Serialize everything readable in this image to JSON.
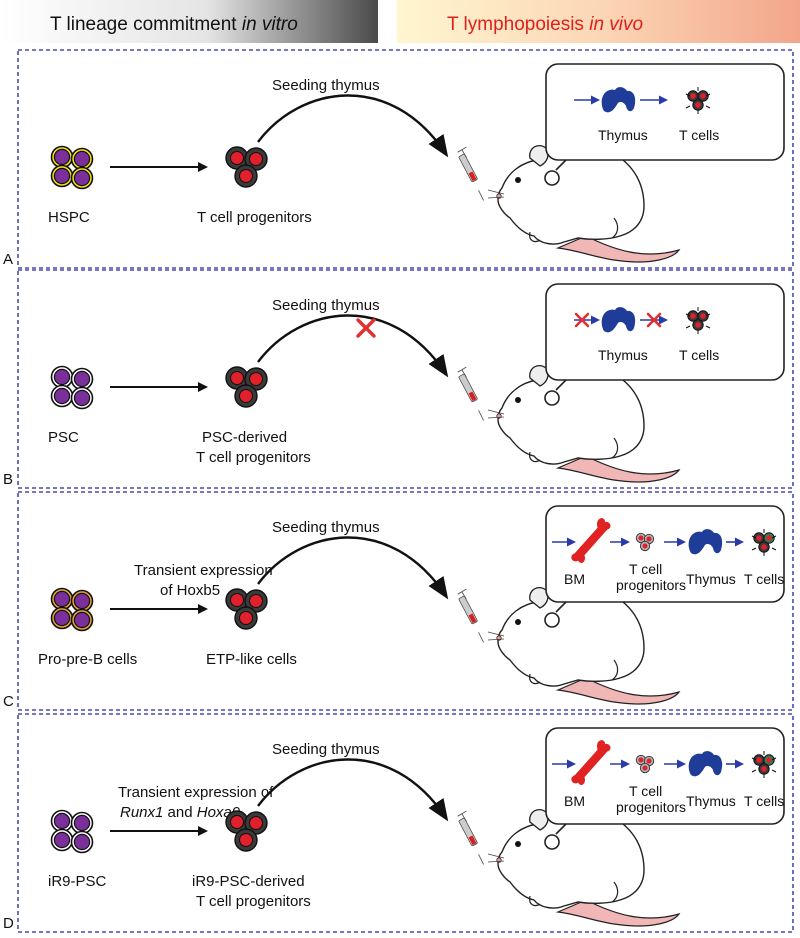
{
  "header": {
    "left_title_main": "T lineage commitment ",
    "left_title_em": "in vitro",
    "right_title_main": "T lymphopoiesis ",
    "right_title_em": "in vivo"
  },
  "panels": [
    {
      "letter": "A",
      "seeding_label": "Seeding thymus",
      "source_label": "HSPC",
      "arrow_label_line1": "",
      "arrow_label_line2": "",
      "target_label_line1": "T  cell progenitors",
      "target_label_line2": "",
      "inset": {
        "thymus": "Thymus",
        "tcells": "T cells"
      },
      "blocked": false
    },
    {
      "letter": "B",
      "seeding_label": "Seeding thymus",
      "source_label": "PSC",
      "arrow_label_line1": "",
      "arrow_label_line2": "",
      "target_label_line1": "PSC-derived",
      "target_label_line2": "T  cell progenitors",
      "inset": {
        "thymus": "Thymus",
        "tcells": "T cells"
      },
      "blocked": true
    },
    {
      "letter": "C",
      "seeding_label": "Seeding thymus",
      "source_label": "Pro-pre-B cells",
      "arrow_label_line1": "Transient expression",
      "arrow_label_line2": "of Hoxb5",
      "target_label_line1": "ETP-like cells",
      "target_label_line2": "",
      "inset": {
        "bm": "BM",
        "progenitors_line1": "T cell",
        "progenitors_line2": "progenitors",
        "thymus": "Thymus",
        "tcells": "T cells"
      },
      "blocked": false
    },
    {
      "letter": "D",
      "seeding_label": "Seeding thymus",
      "source_label": "iR9-PSC",
      "arrow_label_line1": "Transient expression of",
      "arrow_label_line2_em1": "Runx1",
      "arrow_label_line2_mid": " and ",
      "arrow_label_line2_em2": "Hoxa9",
      "target_label_line1": "iR9-PSC-derived",
      "target_label_line2": "T  cell progenitors",
      "inset": {
        "bm": "BM",
        "progenitors_line1": "T cell",
        "progenitors_line2": "progenitors",
        "thymus": "Thymus",
        "tcells": "T cells"
      },
      "blocked": false
    }
  ],
  "colors": {
    "header_left_text": "#111111",
    "header_right_text": "#e0201c",
    "panel_border": "#4a4ab0",
    "inset_arrow": "#2a3aa8",
    "thymus": "#1f3c99",
    "bone": "#e02222",
    "blocked_x": "#e03030"
  }
}
